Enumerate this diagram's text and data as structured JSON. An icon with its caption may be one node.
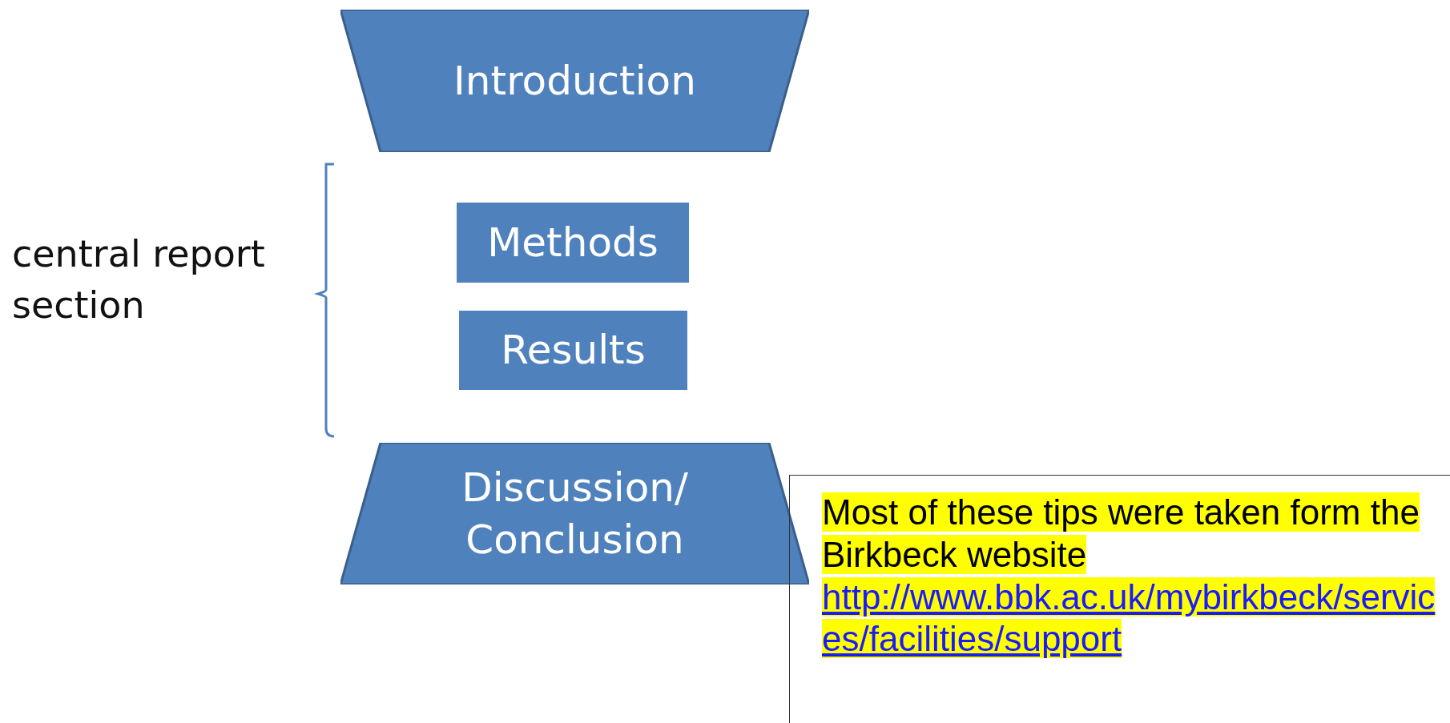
{
  "diagram": {
    "nodes": [
      {
        "text": [
          "Introduction"
        ]
      },
      {
        "text": [
          "Methods"
        ]
      },
      {
        "text": [
          "Results"
        ]
      },
      {
        "text": [
          "Discussion/ Conclusion"
        ]
      },
      {
        "text": [
          "Most of these tips were taken form the Birkbeck website",
          "http://www.bbk.ac.uk/mybirkbeck/services/facilities/support"
        ]
      }
    ],
    "labels": [
      "central report section"
    ]
  }
}
